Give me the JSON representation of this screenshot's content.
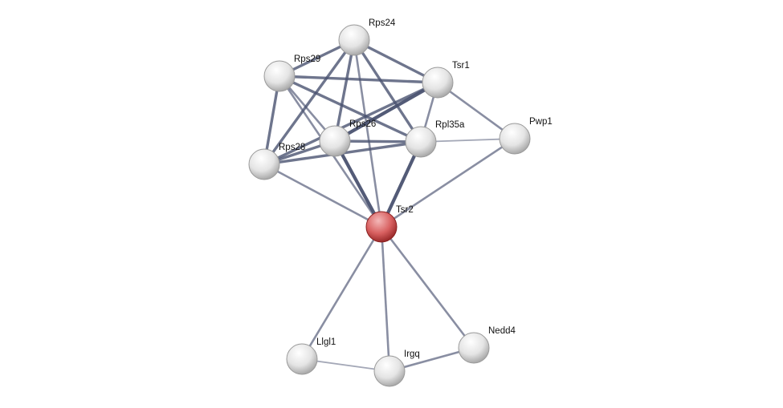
{
  "network": {
    "query_color": "#c84a4a",
    "node_color": "#e6e6e6",
    "edge_color": "#4a5270",
    "nodes": [
      {
        "id": "Rps24",
        "label": "Rps24"
      },
      {
        "id": "Rps29",
        "label": "Rps29"
      },
      {
        "id": "Tsr1",
        "label": "Tsr1"
      },
      {
        "id": "Rps26",
        "label": "Rps26"
      },
      {
        "id": "Rpl35a",
        "label": "Rpl35a"
      },
      {
        "id": "Pwp1",
        "label": "Pwp1"
      },
      {
        "id": "Rps28",
        "label": "Rps28"
      },
      {
        "id": "Tsr2",
        "label": "Tsr2",
        "query": true
      },
      {
        "id": "Llgl1",
        "label": "Llgl1"
      },
      {
        "id": "Irgq",
        "label": "Irgq"
      },
      {
        "id": "Nedd4",
        "label": "Nedd4"
      }
    ],
    "edges": [
      {
        "a": "Rps24",
        "b": "Rps29",
        "w": 3
      },
      {
        "a": "Rps24",
        "b": "Tsr1",
        "w": 3
      },
      {
        "a": "Rps24",
        "b": "Rps28",
        "w": 3
      },
      {
        "a": "Rps24",
        "b": "Rps26",
        "w": 3
      },
      {
        "a": "Rps24",
        "b": "Rpl35a",
        "w": 3
      },
      {
        "a": "Rps24",
        "b": "Tsr2",
        "w": 2
      },
      {
        "a": "Rps29",
        "b": "Tsr1",
        "w": 3
      },
      {
        "a": "Rps29",
        "b": "Rps28",
        "w": 3
      },
      {
        "a": "Rps29",
        "b": "Rps26",
        "w": 2
      },
      {
        "a": "Rps29",
        "b": "Rpl35a",
        "w": 3
      },
      {
        "a": "Rps29",
        "b": "Tsr2",
        "w": 2
      },
      {
        "a": "Tsr1",
        "b": "Rps26",
        "w": 4
      },
      {
        "a": "Tsr1",
        "b": "Rps28",
        "w": 3
      },
      {
        "a": "Tsr1",
        "b": "Rpl35a",
        "w": 2
      },
      {
        "a": "Tsr1",
        "b": "Pwp1",
        "w": 2
      },
      {
        "a": "Rps26",
        "b": "Rpl35a",
        "w": 3
      },
      {
        "a": "Rps26",
        "b": "Rps28",
        "w": 3
      },
      {
        "a": "Rps26",
        "b": "Tsr2",
        "w": 4
      },
      {
        "a": "Rpl35a",
        "b": "Rps28",
        "w": 3
      },
      {
        "a": "Rpl35a",
        "b": "Pwp1",
        "w": 1
      },
      {
        "a": "Rpl35a",
        "b": "Tsr2",
        "w": 4
      },
      {
        "a": "Rps28",
        "b": "Tsr2",
        "w": 2
      },
      {
        "a": "Pwp1",
        "b": "Tsr2",
        "w": 2
      },
      {
        "a": "Tsr2",
        "b": "Llgl1",
        "w": 2
      },
      {
        "a": "Tsr2",
        "b": "Irgq",
        "w": 2
      },
      {
        "a": "Tsr2",
        "b": "Nedd4",
        "w": 2
      },
      {
        "a": "Llgl1",
        "b": "Irgq",
        "w": 1
      },
      {
        "a": "Irgq",
        "b": "Nedd4",
        "w": 2
      }
    ]
  }
}
